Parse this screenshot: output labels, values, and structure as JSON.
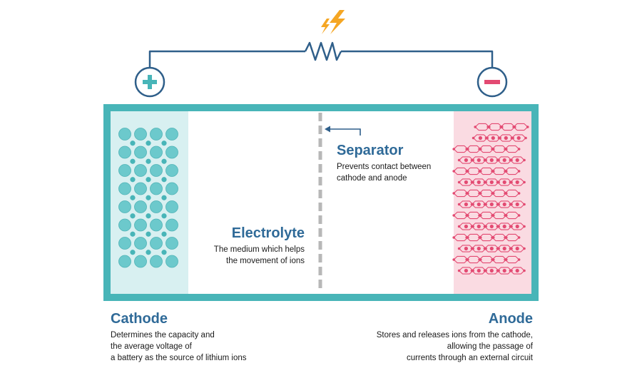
{
  "colors": {
    "frame": "#48b5b8",
    "cathode_bg": "#d8f0f1",
    "cathode_atom": "#6cc9cc",
    "cathode_ion": "#48b5b8",
    "anode_bg": "#fadbe2",
    "anode_lattice": "#e34a72",
    "wire": "#2f5f8a",
    "heading": "#2f6a98",
    "separator": "#b7b7b7",
    "spark": "#f5a623",
    "plus": "#48b5b8",
    "minus": "#e34a72"
  },
  "icons": {
    "positive_terminal": "plus-icon",
    "negative_terminal": "minus-icon",
    "resistor": "resistor-icon",
    "spark": "lightning-bolt-icon",
    "arrow": "arrow-left-icon"
  },
  "labels": {
    "cathode": {
      "title": "Cathode",
      "lines": [
        "Determines the capacity and",
        "the average voltage of",
        "a battery as the source of lithium ions"
      ]
    },
    "anode": {
      "title": "Anode",
      "lines": [
        "Stores and releases ions from the cathode,",
        "allowing the passage of",
        "currents through an external circuit"
      ]
    },
    "electrolyte": {
      "title": "Electrolyte",
      "lines": [
        "The medium which helps",
        "the movement of ions"
      ]
    },
    "separator": {
      "title": "Separator",
      "lines": [
        "Prevents contact between",
        "cathode and anode"
      ]
    }
  }
}
